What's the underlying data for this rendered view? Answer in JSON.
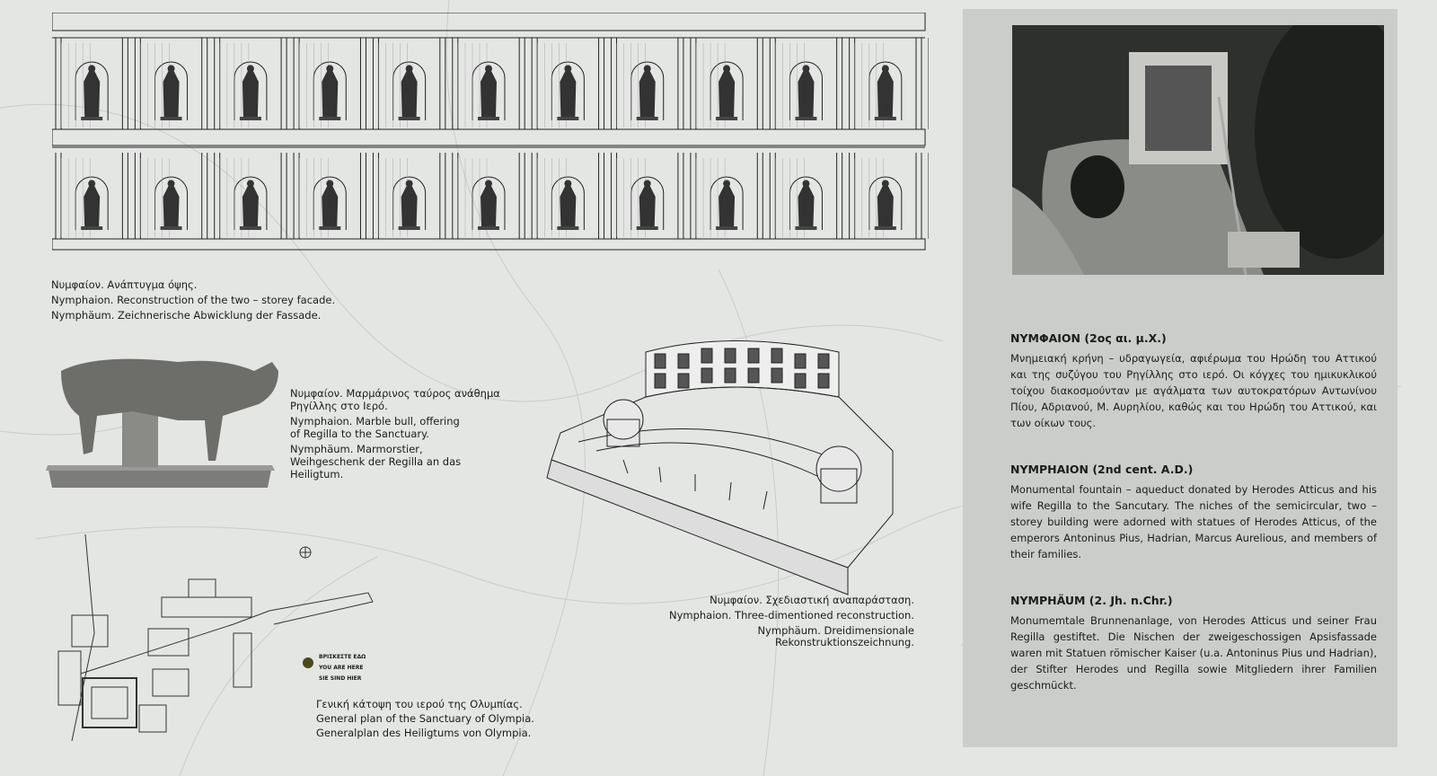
{
  "facade": {
    "caption": [
      "Νυμφαίον. Ανάπτυγμα όψης.",
      "Nymphaion. Reconstruction of the two – storey facade.",
      "Nymphäum. Zeichnerische Abwicklung der Fassade."
    ]
  },
  "bull": {
    "caption_gr": "Νυμφαίον. Μαρμάρινος ταύρος ανάθημα Ρηγίλλης στο Ιερό.",
    "caption_en": "Nymphaion. Marble bull, offering of Regilla to the Sanctuary.",
    "caption_de": "Nymphäum. Marmorstier, Weihgeschenk der Regilla an das Heiligtum."
  },
  "reconstruction": {
    "caption": [
      "Νυμφαίον. Σχεδιαστική αναπαράσταση.",
      "Nymphaion. Three-dimentioned reconstruction.",
      "Nymphäum. Dreidimensionale",
      "Rekonstruktionszeichnung."
    ]
  },
  "plan": {
    "you_are_here": [
      "ΒΡΙΣΚΕΣΤΕ ΕΔΩ",
      "YOU ARE HERE",
      "SIE SIND HIER"
    ],
    "caption": [
      "Γενική κάτοψη του ιερού της Ολυμπίας.",
      "General plan of the Sanctuary of Olympia.",
      "Generalplan des Heiligtums von Olympia."
    ]
  },
  "info": {
    "greek": {
      "title": "ΝΥΜΦΑΙΟΝ (2ος αι. μ.Χ.)",
      "body": "Μνημειακή κρήνη – υδραγωγεία, αφιέρωμα του Ηρώδη του Αττικού και της συζύγου του Ρηγίλλης στο ιερό. Οι κόγχες του ημικυκλικού τοίχου διακοσμούνταν με αγάλματα των αυτοκρατόρων Αντωνίνου Πίου, Αδριανού, Μ. Αυρηλίου, καθώς και του Ηρώδη του Αττικού, και των οίκων τους."
    },
    "english": {
      "title": "NYMPHAION (2nd cent. A.D.)",
      "body": "Monumental fountain – aqueduct donated by Herodes Atticus and his wife Regilla to the Sancutary. The niches of the semicircular, two – storey building were adorned with statues of Herodes Atticus, of the emperors Antoninus Pius, Hadrian, Marcus Aurelious, and members of their families."
    },
    "german": {
      "title": "NYMPHÄUM (2. Jh. n.Chr.)",
      "body": "Monumemtale Brunnenanlage, von Herodes Atticus und seiner Frau Regilla gestiftet. Die Nischen der zweigeschossigen Apsisfassade waren mit Statuen römischer Kaiser (u.a. Antoninus Pius und Hadrian), der Stifter Herodes und Regilla sowie Mitgliedern ihrer Familien geschmückt."
    }
  }
}
